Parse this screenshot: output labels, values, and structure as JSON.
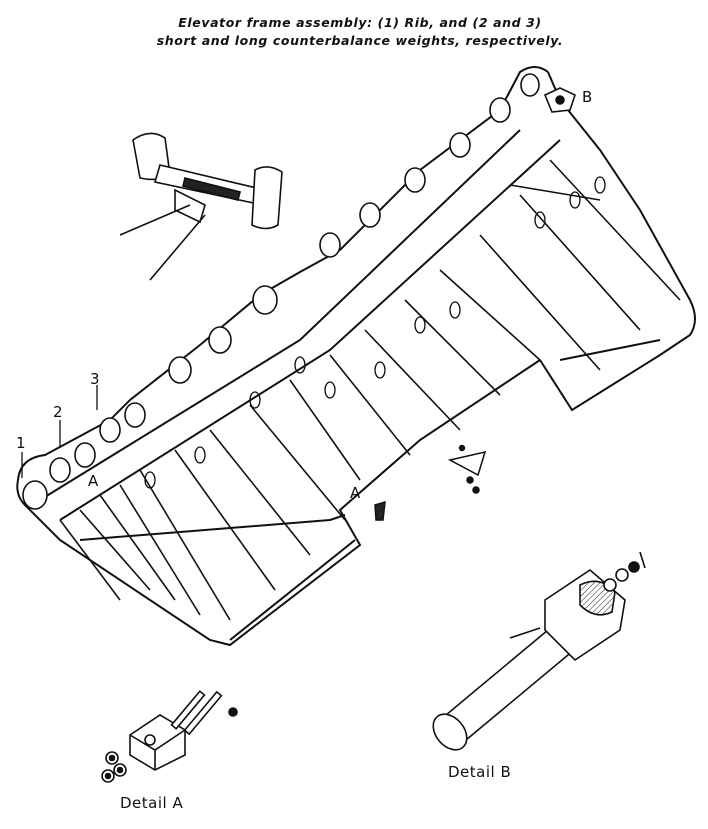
{
  "caption": {
    "line1": "Elevator frame assembly: (1) Rib, and (2 and 3)",
    "line2": "short and long counterbalance weights, respectively."
  },
  "callouts": {
    "one": "1",
    "two": "2",
    "three": "3",
    "a": "A",
    "b": "B",
    "a_small": "A"
  },
  "details": {
    "a": "Detail A",
    "b": "Detail B"
  }
}
